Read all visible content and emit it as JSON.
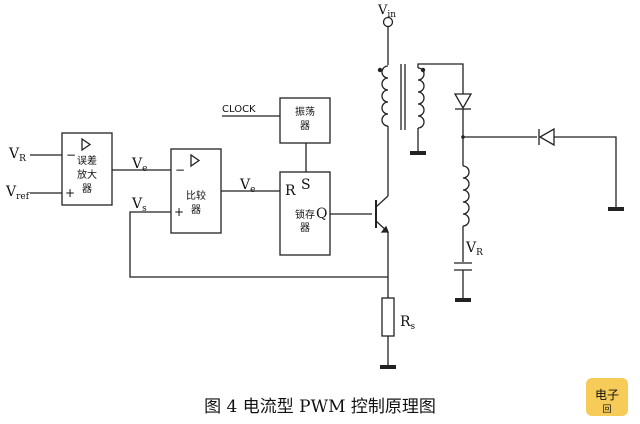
{
  "signals": {
    "vr_input": "V",
    "vr_input_sub": "R",
    "vref_input": "V",
    "vref_input_sub": "ref",
    "ve_1": "V",
    "ve_1_sub": "e",
    "vs": "V",
    "vs_sub": "s",
    "ve_2": "V",
    "ve_2_sub": "e",
    "vin": "V",
    "vin_sub": "in",
    "vr_out": "V",
    "vr_out_sub": "R",
    "rs": "R",
    "rs_sub": "s",
    "clock": "CLOCK"
  },
  "blocks": {
    "error_amp": [
      "误差",
      "放大",
      "器"
    ],
    "comparator": [
      "比较",
      "器"
    ],
    "oscillator": [
      "振荡",
      "器"
    ],
    "latch": [
      "锁存",
      "器"
    ],
    "latch_r": "R",
    "latch_s": "S",
    "latch_q": "Q"
  },
  "pins": {
    "minus": "−",
    "plus": "+"
  },
  "caption": "图 4  电流型 PWM 控制原理图",
  "watermark": {
    "text": "电子",
    "sub": "回"
  }
}
